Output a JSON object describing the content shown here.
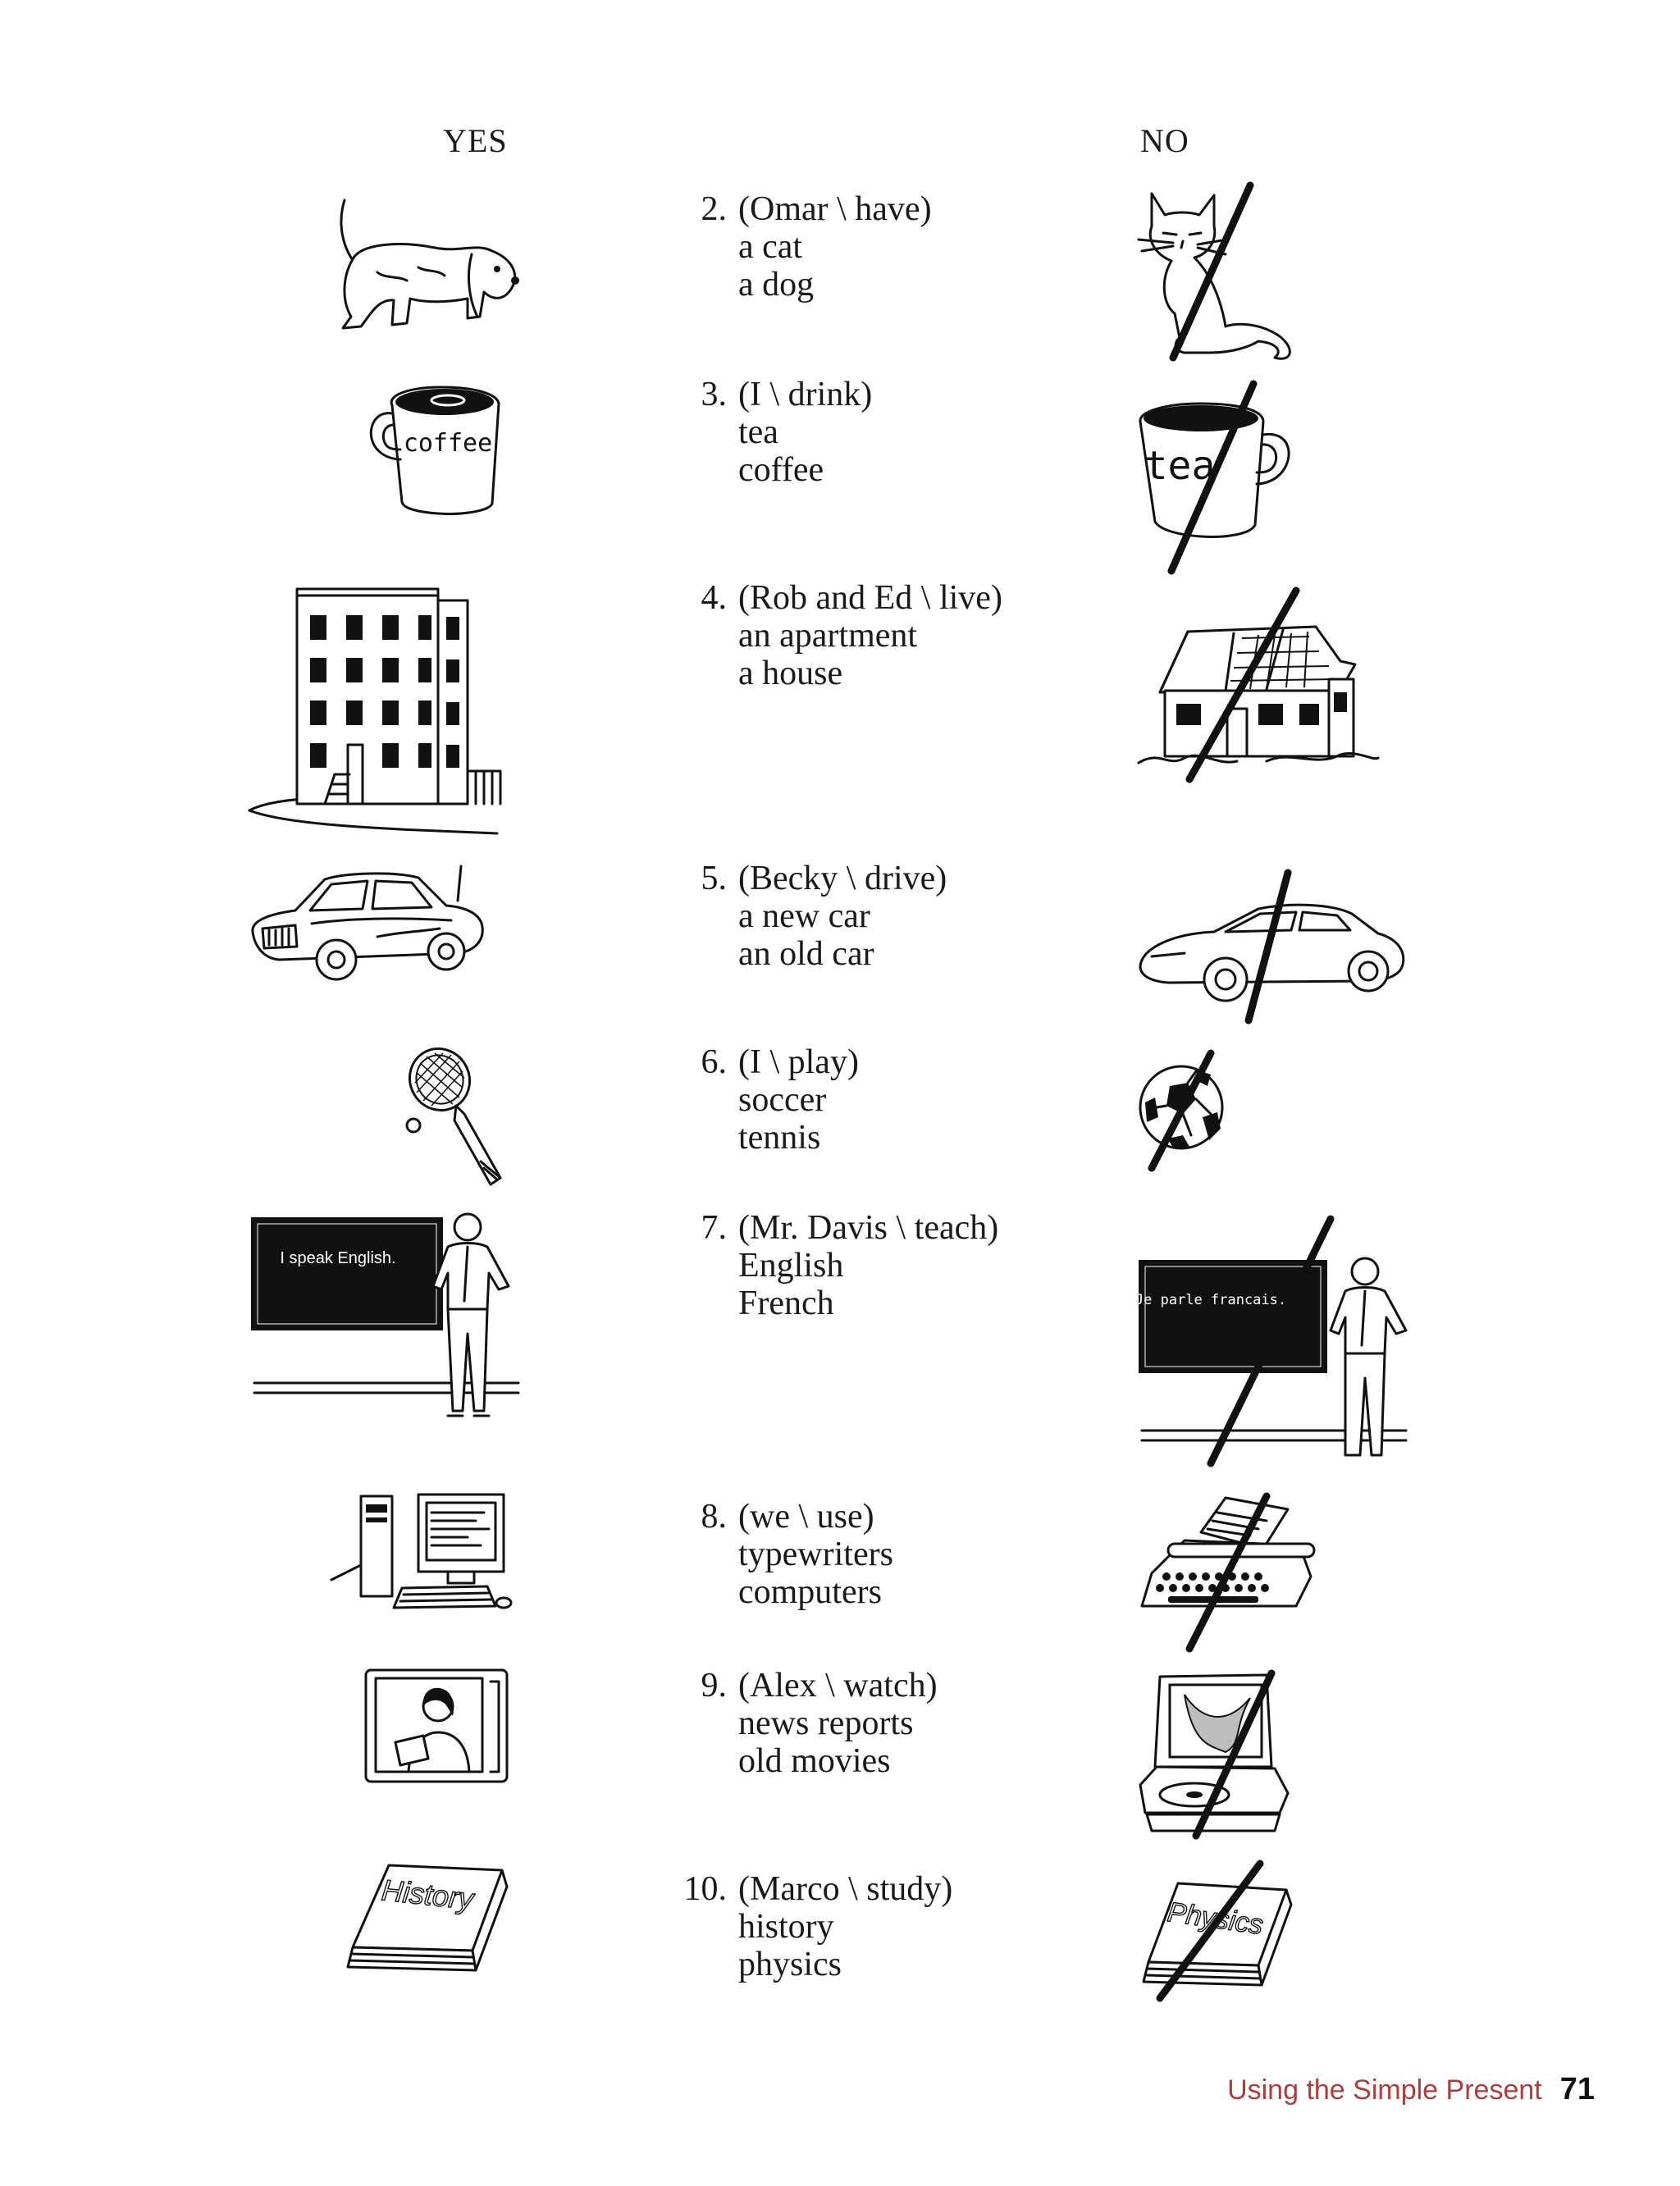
{
  "header": {
    "yes": "YES",
    "no": "NO"
  },
  "items": [
    {
      "num": "2.",
      "subject": "(Omar \\ have)",
      "opt1": "a cat",
      "opt2": "a dog"
    },
    {
      "num": "3.",
      "subject": "(I \\ drink)",
      "opt1": "tea",
      "opt2": "coffee"
    },
    {
      "num": "4.",
      "subject": "(Rob and Ed \\ live)",
      "opt1": "an apartment",
      "opt2": "a house"
    },
    {
      "num": "5.",
      "subject": "(Becky \\ drive)",
      "opt1": "a new car",
      "opt2": "an old car"
    },
    {
      "num": "6.",
      "subject": "(I \\ play)",
      "opt1": "soccer",
      "opt2": "tennis"
    },
    {
      "num": "7.",
      "subject": "(Mr. Davis \\ teach)",
      "opt1": "English",
      "opt2": "French"
    },
    {
      "num": "8.",
      "subject": "(we \\ use)",
      "opt1": "typewriters",
      "opt2": "computers"
    },
    {
      "num": "9.",
      "subject": "(Alex \\ watch)",
      "opt1": "news reports",
      "opt2": "old movies"
    },
    {
      "num": "10.",
      "subject": "(Marco \\ study)",
      "opt1": "history",
      "opt2": "physics"
    }
  ],
  "labels": {
    "mug_yes": "coffee",
    "mug_no": "tea",
    "board_yes": "I speak English.",
    "board_no": "Je parle francais.",
    "book_yes": "History",
    "book_no": "Physics"
  },
  "footer": {
    "title": "Using the Simple Present",
    "page": "71"
  }
}
